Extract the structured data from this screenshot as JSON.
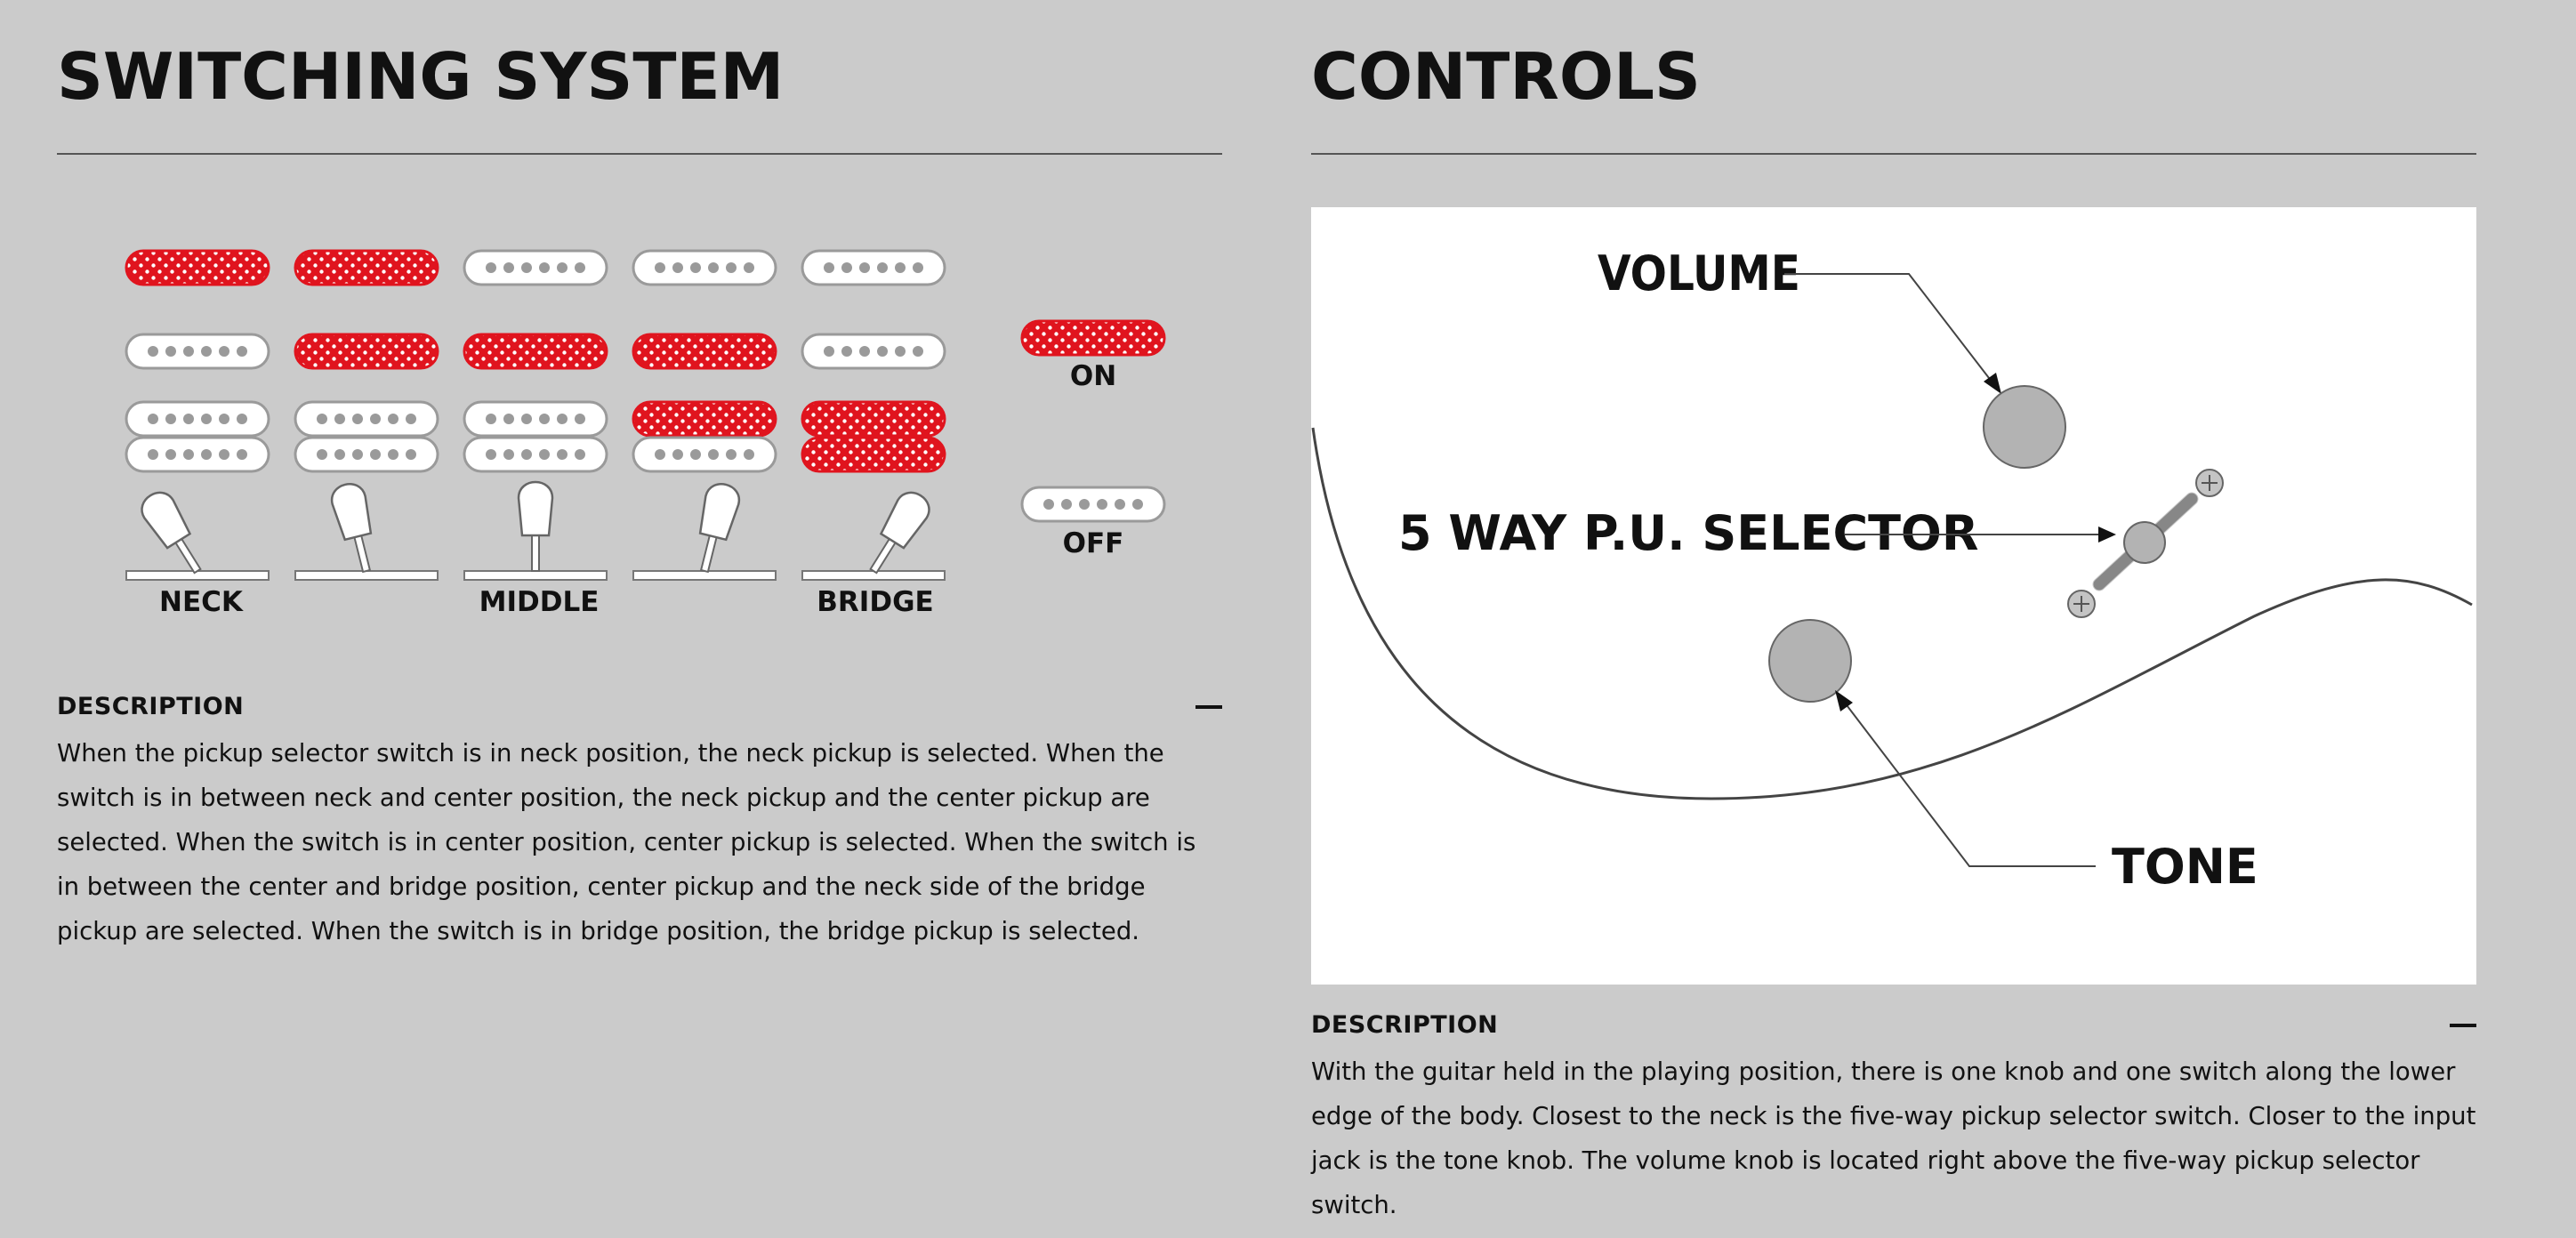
{
  "switching": {
    "title": "SWITCHING SYSTEM",
    "positions": [
      "NECK",
      "MIDDLE",
      "BRIDGE"
    ],
    "legend": {
      "on": "ON",
      "off": "OFF"
    },
    "description_label": "DESCRIPTION",
    "description": "When the pickup selector switch is in neck position, the neck pickup is selected. When the switch is in between neck and center position, the neck pickup and the center pickup are selected. When the switch is in center position, center pickup is selected. When the switch is in between the center and bridge position, center pickup and the neck side of the bridge pickup are selected. When the switch is in bridge position, the bridge pickup is selected.",
    "matrix": {
      "neck": [
        true,
        true,
        false,
        false,
        false
      ],
      "middle": [
        false,
        true,
        true,
        true,
        false
      ],
      "bridge_neck_coil": [
        false,
        false,
        false,
        true,
        true
      ],
      "bridge_bridge_coil": [
        false,
        false,
        false,
        false,
        true
      ]
    }
  },
  "controls": {
    "title": "CONTROLS",
    "labels": {
      "volume": "VOLUME",
      "selector": "5 WAY P.U. SELECTOR",
      "tone": "TONE"
    },
    "description_label": "DESCRIPTION",
    "description": "With the guitar held in the playing position, there is one knob and one switch along the lower edge of the body. Closest to the neck is the five-way pickup selector switch. Closer to the input jack is the tone knob. The volume knob is located right above the five-way pickup selector switch."
  },
  "colors": {
    "background": "#cbcbcb",
    "pickup_on": "#e0141e",
    "pickup_off": "#ffffff",
    "knob": "#b3b3b3"
  }
}
